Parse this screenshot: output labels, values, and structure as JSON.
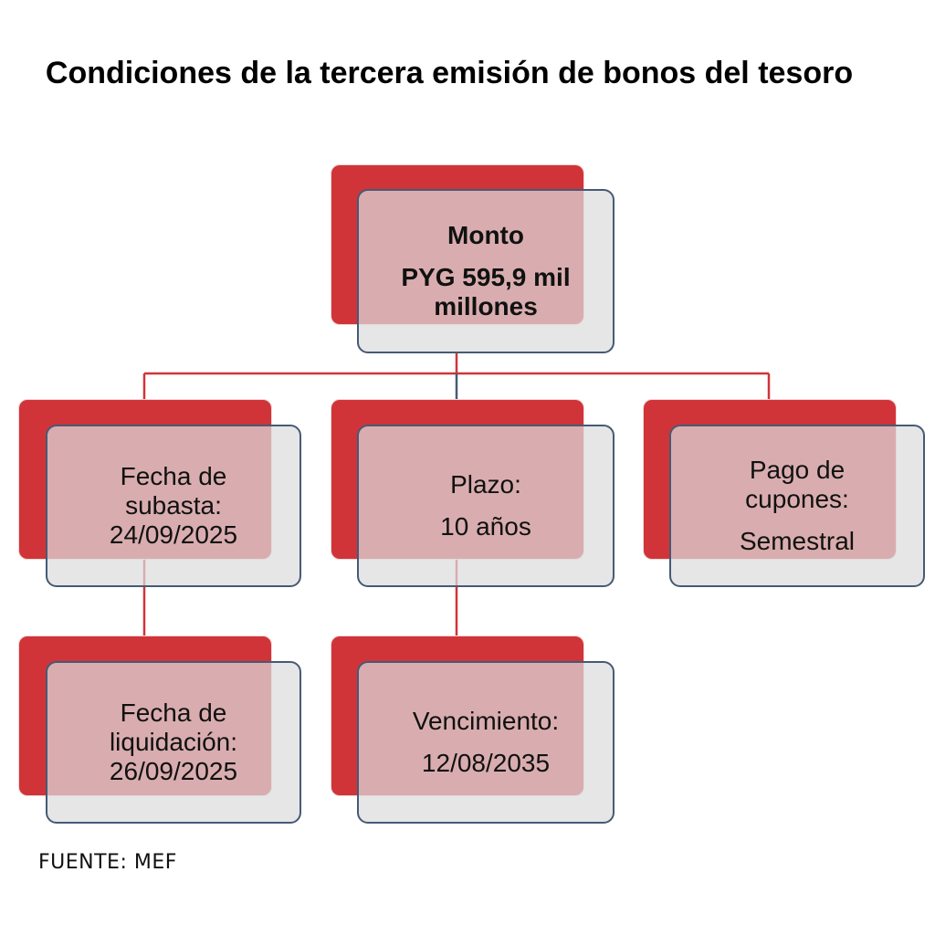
{
  "title": "Condiciones de la tercera emisión de bonos del tesoro",
  "colors": {
    "back_box": "#d13438",
    "front_box_border": "#465a75",
    "front_box_fill": "#dcdcde",
    "connector_red": "#d13438",
    "connector_dark": "#465a75"
  },
  "nodes": {
    "monto": {
      "label": "Monto",
      "value_line1": "PYG 595,9 mil",
      "value_line2": "millones"
    },
    "fecha_subasta": {
      "line1": "Fecha de",
      "line2": "subasta:",
      "line3": "24/09/2025"
    },
    "plazo": {
      "label": "Plazo:",
      "value": "10 años"
    },
    "pago_cupones": {
      "line1": "Pago de",
      "line2": "cupones:",
      "value": "Semestral"
    },
    "fecha_liquidacion": {
      "line1": "Fecha de",
      "line2": "liquidación:",
      "line3": "26/09/2025"
    },
    "vencimiento": {
      "label": "Vencimiento:",
      "value": "12/08/2035"
    }
  },
  "source": "FUENTE: MEF"
}
